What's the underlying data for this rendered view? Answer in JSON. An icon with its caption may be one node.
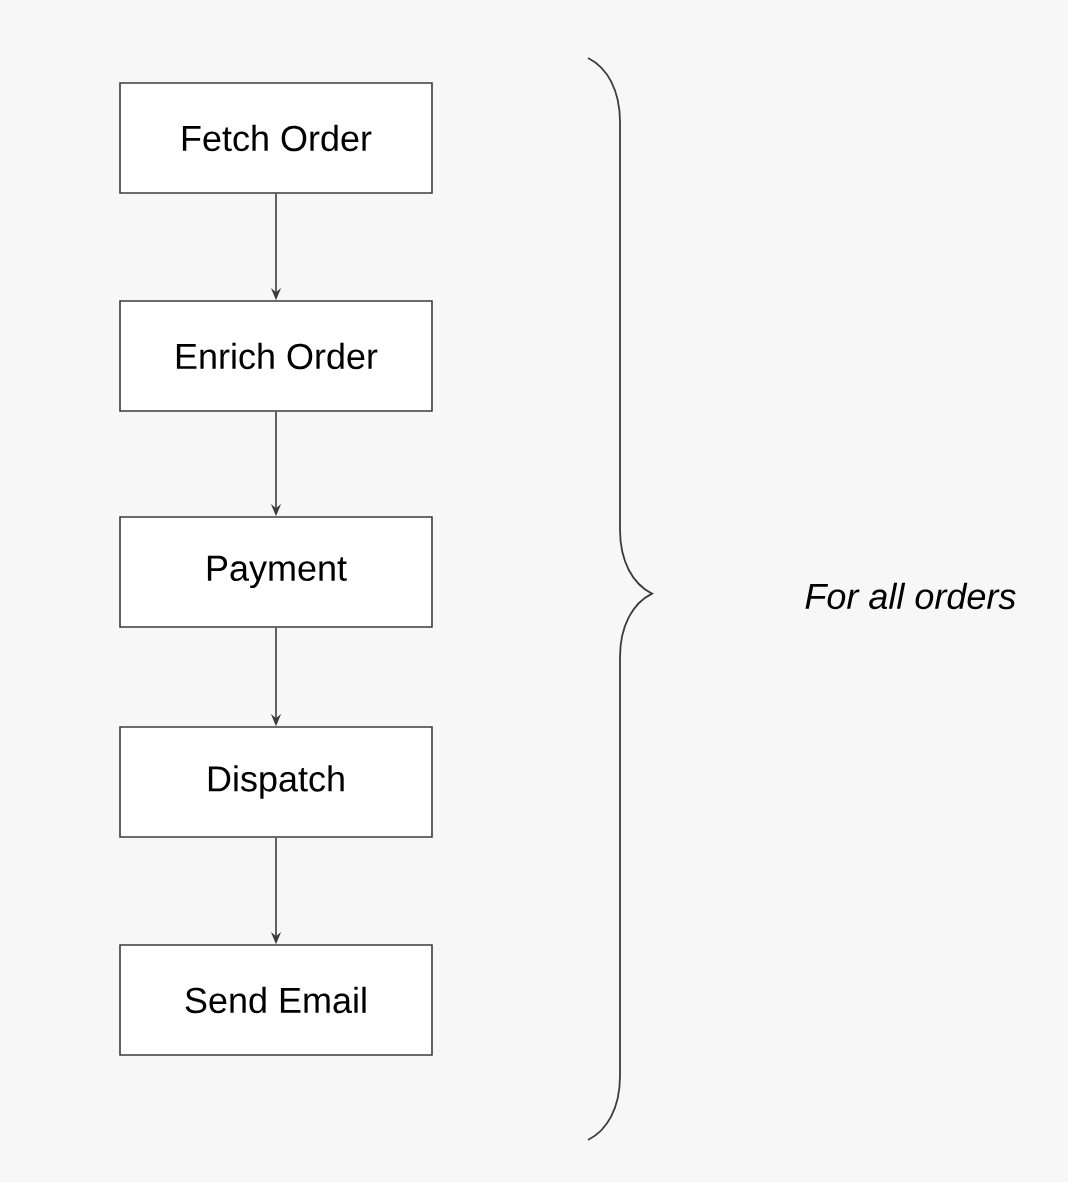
{
  "diagram": {
    "nodes": [
      {
        "text": [
          "Fetch Order"
        ]
      },
      {
        "text": [
          "Enrich Order"
        ]
      },
      {
        "text": [
          "Payment"
        ]
      },
      {
        "text": [
          "Dispatch"
        ]
      },
      {
        "text": [
          "Send Email"
        ]
      }
    ],
    "edges": [
      {
        "from": 0,
        "to": 1,
        "arrow": "to"
      },
      {
        "from": 1,
        "to": 2,
        "arrow": "to"
      },
      {
        "from": 2,
        "to": 3,
        "arrow": "to"
      },
      {
        "from": 3,
        "to": 4,
        "arrow": "to"
      }
    ],
    "labels": [
      "For all orders"
    ]
  }
}
